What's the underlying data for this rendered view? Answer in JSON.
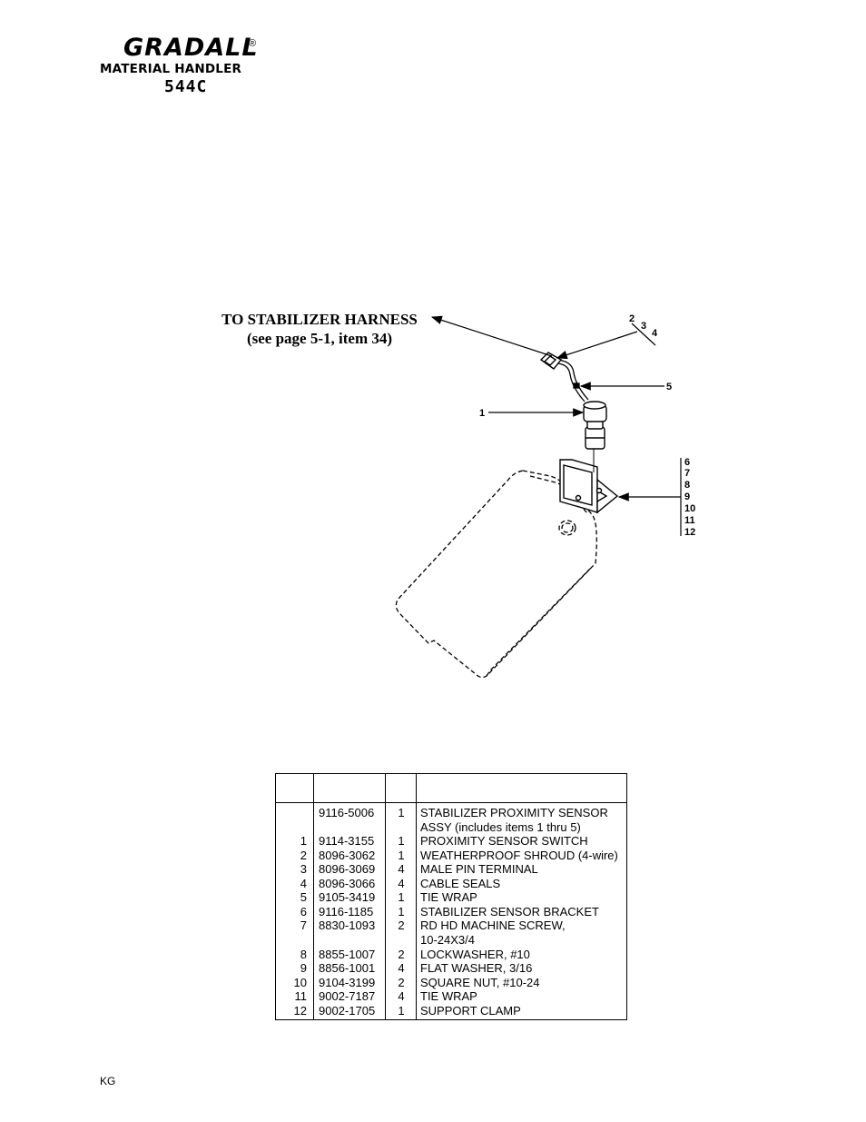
{
  "brand": {
    "name": "GRADALL",
    "registered": "®",
    "subtitle": "MATERIAL HANDLER",
    "model": "544C"
  },
  "diagram": {
    "harness_label_line1": "TO STABILIZER HARNESS",
    "harness_label_line2": "(see page 5-1, item 34)",
    "callouts": {
      "sensor": "1",
      "shroud": [
        "2",
        "3",
        "4"
      ],
      "tie_wrap": "5",
      "bracket_group": [
        "6",
        "7",
        "8",
        "9",
        "10",
        "11",
        "12"
      ]
    }
  },
  "parts_table": {
    "headers": [
      "",
      "",
      "",
      ""
    ],
    "rows": [
      {
        "item": "",
        "part": "9116-5006",
        "qty": "1",
        "desc": "STABILIZER PROXIMITY SENSOR"
      },
      {
        "item": "",
        "part": "",
        "qty": "",
        "desc": "ASSY (includes items 1 thru 5)"
      },
      {
        "item": "1",
        "part": "9114-3155",
        "qty": "1",
        "desc": "PROXIMITY SENSOR SWITCH"
      },
      {
        "item": "2",
        "part": "8096-3062",
        "qty": "1",
        "desc": "WEATHERPROOF SHROUD (4-wire)"
      },
      {
        "item": "3",
        "part": "8096-3069",
        "qty": "4",
        "desc": "MALE PIN TERMINAL"
      },
      {
        "item": "4",
        "part": "8096-3066",
        "qty": "4",
        "desc": "CABLE SEALS"
      },
      {
        "item": "5",
        "part": "9105-3419",
        "qty": "1",
        "desc": "TIE WRAP"
      },
      {
        "item": "6",
        "part": "9116-1185",
        "qty": "1",
        "desc": "STABILIZER SENSOR BRACKET"
      },
      {
        "item": "7",
        "part": "8830-1093",
        "qty": "2",
        "desc": "RD HD MACHINE SCREW,"
      },
      {
        "item": "",
        "part": "",
        "qty": "",
        "desc": "10-24X3/4"
      },
      {
        "item": "8",
        "part": "8855-1007",
        "qty": "2",
        "desc": "LOCKWASHER, #10"
      },
      {
        "item": "9",
        "part": "8856-1001",
        "qty": "4",
        "desc": "FLAT WASHER, 3/16"
      },
      {
        "item": "10",
        "part": "9104-3199",
        "qty": "2",
        "desc": "SQUARE NUT, #10-24"
      },
      {
        "item": "11",
        "part": "9002-7187",
        "qty": "4",
        "desc": "TIE WRAP"
      },
      {
        "item": "12",
        "part": "9002-1705",
        "qty": "1",
        "desc": "SUPPORT CLAMP"
      }
    ]
  },
  "footer": {
    "code": "KG"
  }
}
